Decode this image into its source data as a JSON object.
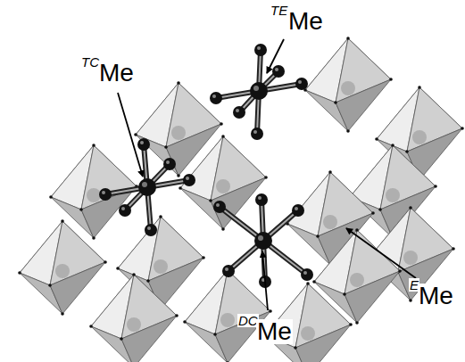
{
  "diagram": {
    "labels": [
      "TE",
      "Me",
      "TC",
      "Me",
      "DC",
      "Me",
      "E",
      "Me"
    ]
  }
}
